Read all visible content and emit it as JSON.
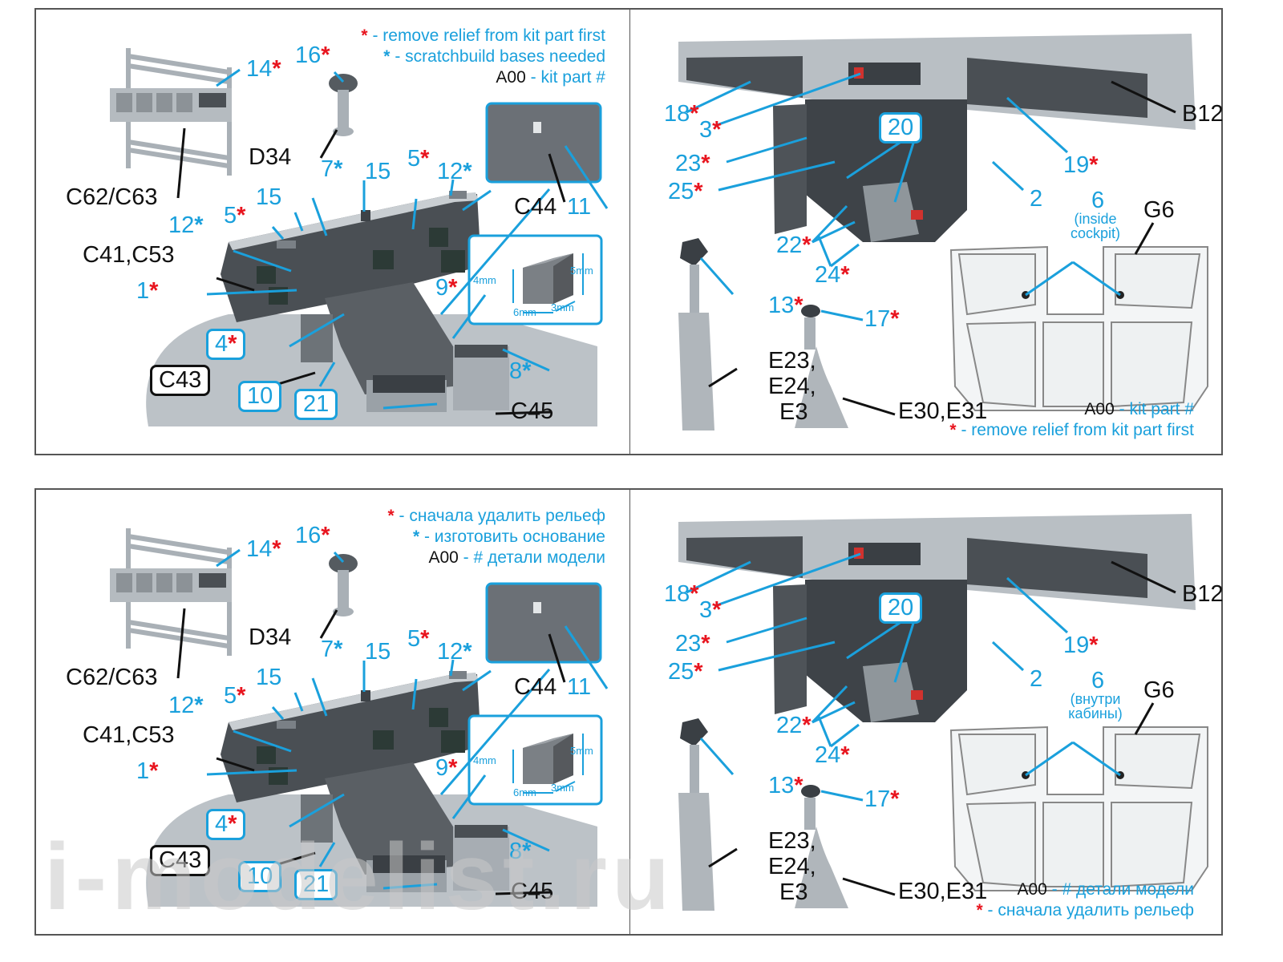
{
  "sheets": [
    {
      "language": "en",
      "left_panel": {
        "legend": {
          "red_star_text": "- remove relief from kit part first",
          "blue_star_text": "- scratchbuild bases needed",
          "kit_part_code": "A00",
          "kit_part_text": "- kit part #"
        },
        "labels": {
          "l14": "14",
          "l16": "16",
          "d34": "D34",
          "c62": "C62/C63",
          "l7": "7",
          "l15a": "15",
          "l15b": "15",
          "l5a": "5",
          "l5b": "5",
          "l12a": "12",
          "l12b": "12",
          "c41": "C41,C53",
          "l1": "1",
          "l4": "4",
          "c43": "C43",
          "l10": "10",
          "l21": "21",
          "c45": "C45",
          "l9": "9",
          "l8": "8",
          "c44": "C44",
          "l11": "11"
        },
        "base_dims": {
          "h1": "4mm",
          "h2": "5mm",
          "w": "6mm",
          "d": "3mm"
        }
      },
      "right_panel": {
        "labels": {
          "l18": "18",
          "l3": "3",
          "l23": "23",
          "l25": "25",
          "l20": "20",
          "l22": "22",
          "l24": "24",
          "l2": "2",
          "l19": "19",
          "b12": "B12",
          "l6": "6",
          "l6note": "(inside",
          "l6note2": "cockpit)",
          "g6": "G6",
          "l13": "13",
          "l17": "17",
          "e23": "E23,",
          "e24": "E24,",
          "e3": "E3",
          "e30": "E30,E31"
        },
        "legend": {
          "kit_part_code": "A00",
          "kit_part_text": "- kit part #",
          "red_star_text": "- remove relief from kit part first"
        }
      }
    },
    {
      "language": "ru",
      "left_panel": {
        "legend": {
          "red_star_text": "- сначала удалить рельеф",
          "blue_star_text": "- изготовить основание",
          "kit_part_code": "A00",
          "kit_part_text": "- # детали модели"
        },
        "labels": {
          "l14": "14",
          "l16": "16",
          "d34": "D34",
          "c62": "C62/C63",
          "l7": "7",
          "l15a": "15",
          "l15b": "15",
          "l5a": "5",
          "l5b": "5",
          "l12a": "12",
          "l12b": "12",
          "c41": "C41,C53",
          "l1": "1",
          "l4": "4",
          "c43": "C43",
          "l10": "10",
          "l21": "21",
          "c45": "C45",
          "l9": "9",
          "l8": "8",
          "c44": "C44",
          "l11": "11"
        },
        "base_dims": {
          "h1": "4mm",
          "h2": "5mm",
          "w": "6mm",
          "d": "3mm"
        },
        "watermark": "i-modelist.ru"
      },
      "right_panel": {
        "labels": {
          "l18": "18",
          "l3": "3",
          "l23": "23",
          "l25": "25",
          "l20": "20",
          "l22": "22",
          "l24": "24",
          "l2": "2",
          "l19": "19",
          "b12": "B12",
          "l6": "6",
          "l6note": "(внутри",
          "l6note2": "кабины)",
          "g6": "G6",
          "l13": "13",
          "l17": "17",
          "e23": "E23,",
          "e24": "E24,",
          "e3": "E3",
          "e30": "E30,E31"
        },
        "legend": {
          "kit_part_code": "A00",
          "kit_part_text": "- # детали модели",
          "red_star_text": "- сначала удалить рельеф"
        }
      }
    }
  ],
  "symbols": {
    "star": "*"
  },
  "colors": {
    "blue": "#1aa0dc",
    "red": "#e8141e",
    "black": "#111111",
    "part_gray": "#a9b0b6"
  }
}
